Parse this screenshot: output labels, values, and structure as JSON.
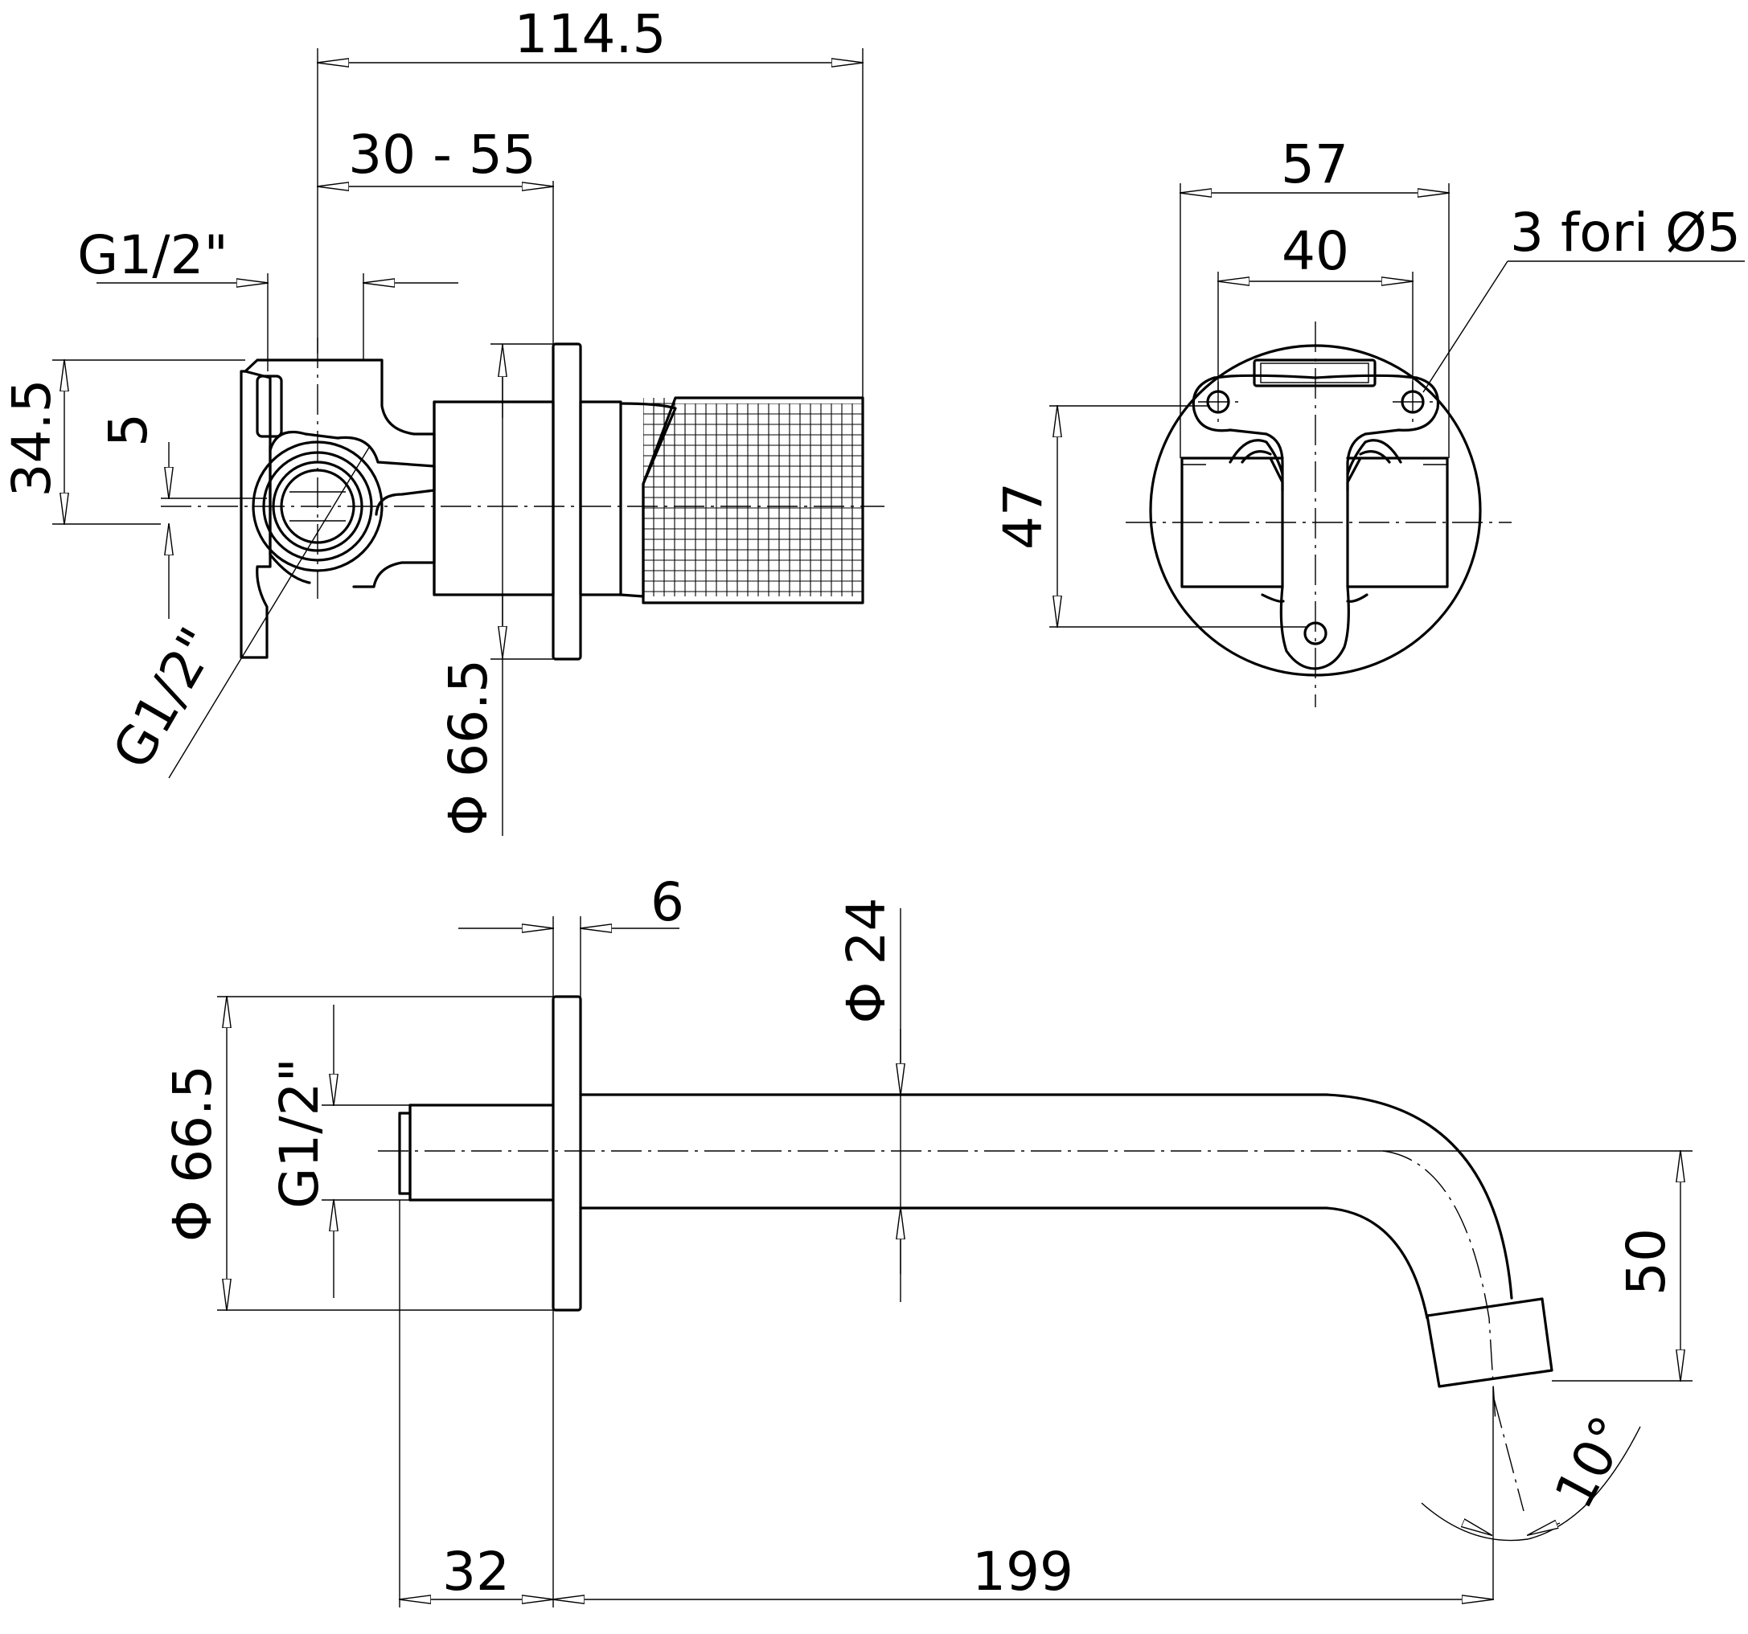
{
  "dimensions": {
    "width_overall": "114.5",
    "wall_range": "30 - 55",
    "thread_top": "G1/2\"",
    "height_body": "34.5",
    "offset": "5",
    "thread_side": "G1/2\"",
    "rosette_top": "Φ 66.5",
    "plate_width": "57",
    "hole_spacing": "40",
    "holes_note": "3 fori Ø5",
    "plate_height": "47",
    "rosette_thickness": "6",
    "spout_diameter": "Φ 24",
    "rosette_bottom": "Φ 66.5",
    "thread_bottom": "G1/2\"",
    "spout_drop": "50",
    "spout_angle": "10°",
    "inlet_length": "32",
    "spout_projection": "199"
  }
}
